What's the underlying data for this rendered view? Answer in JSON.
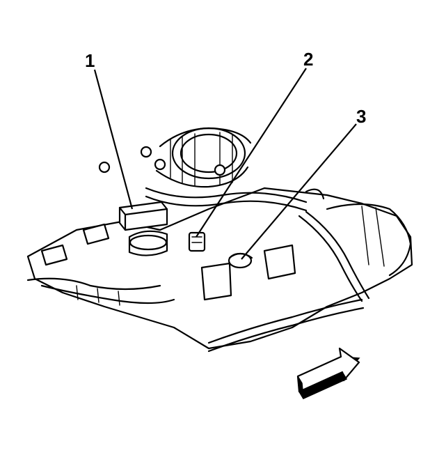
{
  "callouts": [
    {
      "id": "1",
      "label": "1"
    },
    {
      "id": "2",
      "label": "2"
    },
    {
      "id": "3",
      "label": "3"
    }
  ],
  "indicator": {
    "icon": "direction-arrow-icon",
    "meaning": "front-of-vehicle"
  },
  "colors": {
    "ink": "#000000",
    "paper": "#ffffff"
  }
}
